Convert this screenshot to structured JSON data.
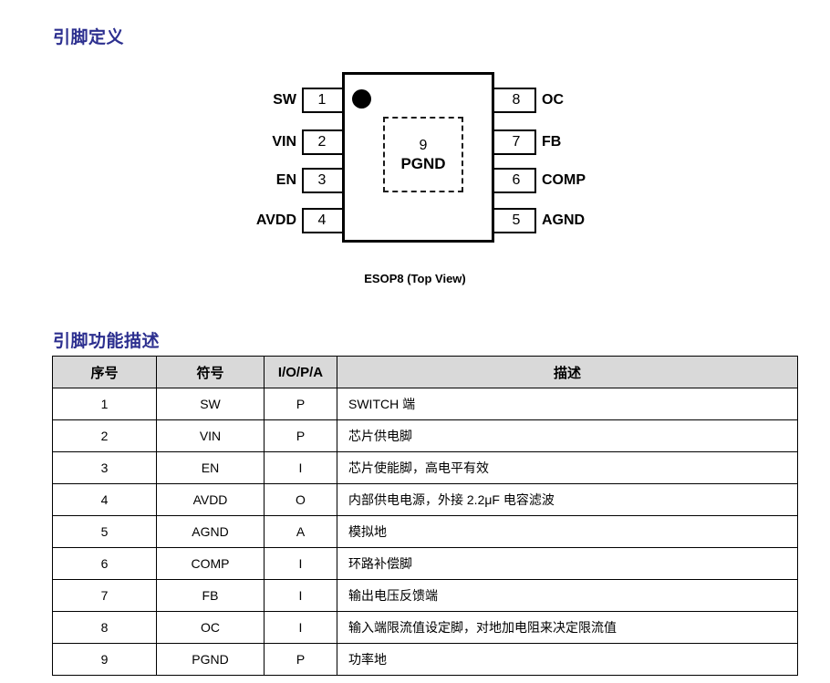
{
  "sections": {
    "pin_definition_heading": "引脚定义",
    "pin_function_heading": "引脚功能描述"
  },
  "pin_diagram": {
    "caption": "ESOP8 (Top View)",
    "package": "ESOP8",
    "thermal_pad": {
      "number": "9",
      "name": "PGND"
    },
    "left_pins": [
      {
        "number": "1",
        "label": "SW"
      },
      {
        "number": "2",
        "label": "VIN"
      },
      {
        "number": "3",
        "label": "EN"
      },
      {
        "number": "4",
        "label": "AVDD"
      }
    ],
    "right_pins": [
      {
        "number": "8",
        "label": "OC"
      },
      {
        "number": "7",
        "label": "FB"
      },
      {
        "number": "6",
        "label": "COMP"
      },
      {
        "number": "5",
        "label": "AGND"
      }
    ]
  },
  "pin_table": {
    "headers": [
      "序号",
      "符号",
      "I/O/P/A",
      "描述"
    ],
    "rows": [
      {
        "num": "1",
        "sym": "SW",
        "io": "P",
        "desc": "SWITCH 端"
      },
      {
        "num": "2",
        "sym": "VIN",
        "io": "P",
        "desc": "芯片供电脚"
      },
      {
        "num": "3",
        "sym": "EN",
        "io": "I",
        "desc": "芯片使能脚，高电平有效"
      },
      {
        "num": "4",
        "sym": "AVDD",
        "io": "O",
        "desc": "内部供电电源，外接 2.2μF 电容滤波"
      },
      {
        "num": "5",
        "sym": "AGND",
        "io": "A",
        "desc": "模拟地"
      },
      {
        "num": "6",
        "sym": "COMP",
        "io": "I",
        "desc": "环路补偿脚"
      },
      {
        "num": "7",
        "sym": "FB",
        "io": "I",
        "desc": "输出电压反馈端"
      },
      {
        "num": "8",
        "sym": "OC",
        "io": "I",
        "desc": "输入端限流值设定脚，对地加电阻来决定限流值"
      },
      {
        "num": "9",
        "sym": "PGND",
        "io": "P",
        "desc": "功率地"
      }
    ]
  },
  "colors": {
    "heading": "#2c2f8f",
    "table_header_bg": "#d9d9d9",
    "line": "#000000"
  }
}
